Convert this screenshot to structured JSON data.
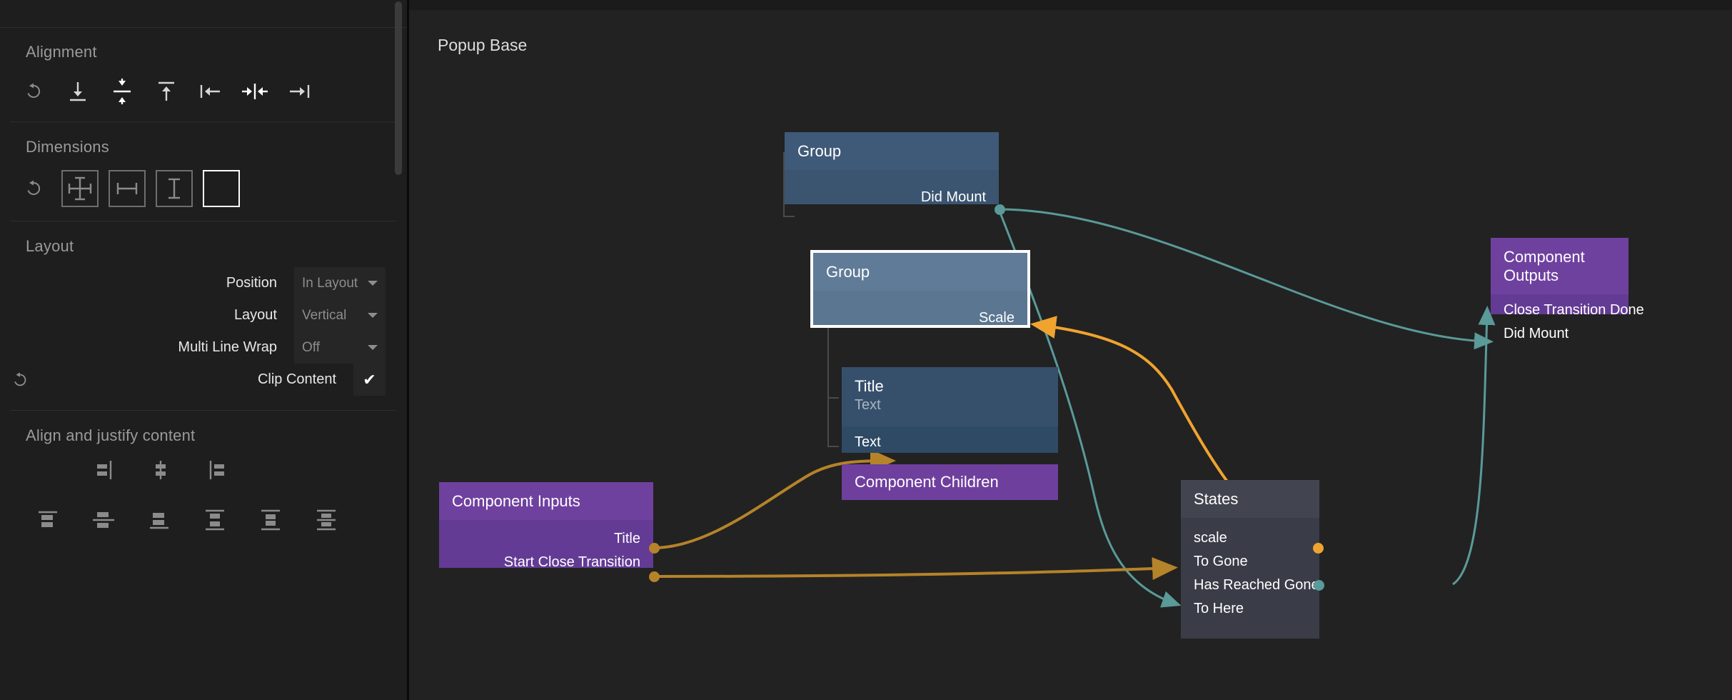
{
  "inspector": {
    "sections": [
      {
        "id": "alignment",
        "title": "Alignment"
      },
      {
        "id": "dimensions",
        "title": "Dimensions"
      },
      {
        "id": "layout",
        "title": "Layout"
      },
      {
        "id": "align_justify",
        "title": "Align and justify content"
      }
    ],
    "alignment_icons": [
      "reset-icon",
      "align-bottom-icon",
      "align-vertical-center-icon",
      "align-top-icon",
      "align-left-icon",
      "align-horizontal-center-icon",
      "align-right-icon"
    ],
    "dimension_icons": [
      "reset-icon",
      "size-both-icon",
      "size-width-icon",
      "size-height-icon",
      "size-fixed-icon"
    ],
    "dimension_selected_index": 3,
    "layout_fields": [
      {
        "label": "Position",
        "value": "In Layout",
        "type": "select",
        "has_reset": false
      },
      {
        "label": "Layout",
        "value": "Vertical",
        "type": "select",
        "has_reset": false
      },
      {
        "label": "Multi Line Wrap",
        "value": "Off",
        "type": "select",
        "has_reset": false
      },
      {
        "label": "Clip Content",
        "value": "✔",
        "type": "checkbox",
        "has_reset": true
      }
    ],
    "justify_row_1": [
      "justify-start-icon",
      "justify-center-icon",
      "justify-end-icon"
    ],
    "justify_row_2": [
      "align-content-start-icon",
      "align-content-center-icon",
      "align-content-end-icon",
      "align-content-space-between-icon",
      "align-content-space-around-icon",
      "align-content-space-evenly-icon"
    ]
  },
  "graph": {
    "title": "Popup Base",
    "colors": {
      "background": "#222222",
      "group_node": "#3b5571",
      "group_node_selected": "#5b7691",
      "title_node": "#2f4a65",
      "purple_node": "#633b94",
      "children_node": "#6f3f9e",
      "states_node": "#3a3c48",
      "edge_teal": "#5a9a99",
      "edge_orange_bright": "#f0a32e",
      "edge_orange_dark": "#b5832a",
      "selection_outline": "#ffffff"
    },
    "nodes": [
      {
        "id": "group-outer",
        "name": "Group",
        "selected": false,
        "ports": [
          {
            "label": "Did Mount",
            "side": "out",
            "kind": "dot",
            "color": "#5a9a99"
          }
        ]
      },
      {
        "id": "group-inner",
        "name": "Group",
        "selected": true,
        "ports": [
          {
            "label": "Scale",
            "side": "in",
            "kind": "arrow",
            "color": "#f0a32e"
          }
        ]
      },
      {
        "id": "title-node",
        "name": "Title",
        "subtitle": "Text",
        "selected": false,
        "ports": [
          {
            "label": "Text",
            "side": "in",
            "kind": "arrow",
            "color": "#b5832a"
          }
        ]
      },
      {
        "id": "component-children",
        "name": "Component Children",
        "selected": false,
        "ports": []
      },
      {
        "id": "component-inputs",
        "name": "Component Inputs",
        "selected": false,
        "ports": [
          {
            "label": "Title",
            "side": "out",
            "kind": "dot",
            "color": "#b5832a"
          },
          {
            "label": "Start Close Transition",
            "side": "out",
            "kind": "dot",
            "color": "#b5832a"
          }
        ]
      },
      {
        "id": "states",
        "name": "States",
        "selected": false,
        "ports": [
          {
            "label": "scale",
            "side": "in",
            "kind": "dot",
            "color": "#f0a32e"
          },
          {
            "label": "To Gone",
            "side": "in",
            "kind": "arrow",
            "color": "#b5832a"
          },
          {
            "label": "Has Reached Gone",
            "side": "out",
            "kind": "dot",
            "color": "#5a9a99"
          },
          {
            "label": "To Here",
            "side": "in",
            "kind": "arrow",
            "color": "#5a9a99"
          }
        ]
      },
      {
        "id": "component-outputs",
        "name": "Component Outputs",
        "selected": false,
        "ports": [
          {
            "label": "Close Transition Done",
            "side": "in",
            "kind": "arrow",
            "color": "#5a9a99"
          },
          {
            "label": "Did Mount",
            "side": "in",
            "kind": "arrow",
            "color": "#5a9a99"
          }
        ]
      }
    ],
    "connections": [
      {
        "from": "group-outer.Did Mount",
        "to": "component-outputs.Did Mount",
        "color": "#5a9a99"
      },
      {
        "from": "group-outer.Did Mount",
        "to": "states.To Here",
        "color": "#5a9a99"
      },
      {
        "from": "states.Has Reached Gone",
        "to": "component-outputs.Close Transition Done",
        "color": "#5a9a99"
      },
      {
        "from": "states.scale",
        "to": "group-inner.Scale",
        "color": "#f0a32e"
      },
      {
        "from": "component-inputs.Title",
        "to": "title-node.Text",
        "color": "#b5832a"
      },
      {
        "from": "component-inputs.Start Close Transition",
        "to": "states.To Gone",
        "color": "#b5832a"
      }
    ]
  }
}
